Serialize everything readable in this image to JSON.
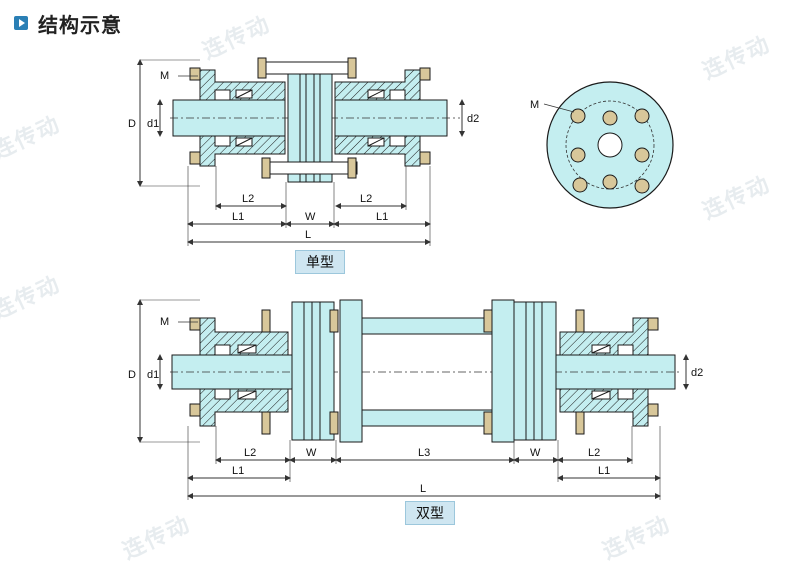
{
  "header": {
    "title": "结构示意"
  },
  "watermark": {
    "text": "连传动"
  },
  "colors": {
    "body": "#c4eef0",
    "hub": "#bfe7ec",
    "bolt": "#d8c79a",
    "line": "#1a1a1a",
    "dim": "#333333",
    "caption_bg": "#cfe6f1"
  },
  "single": {
    "caption": "单型",
    "labels": {
      "M": "M",
      "D": "D",
      "d1": "d1",
      "d2": "d2",
      "L2a": "L2",
      "L2b": "L2",
      "L1a": "L1",
      "W": "W",
      "L1b": "L1",
      "L": "L"
    }
  },
  "end_view": {
    "labels": {
      "M": "M"
    }
  },
  "double": {
    "caption": "双型",
    "labels": {
      "M": "M",
      "D": "D",
      "d1": "d1",
      "d2": "d2",
      "L2a": "L2",
      "W1": "W",
      "L3": "L3",
      "W2": "W",
      "L2b": "L2",
      "L1a": "L1",
      "L1b": "L1",
      "L": "L"
    }
  }
}
